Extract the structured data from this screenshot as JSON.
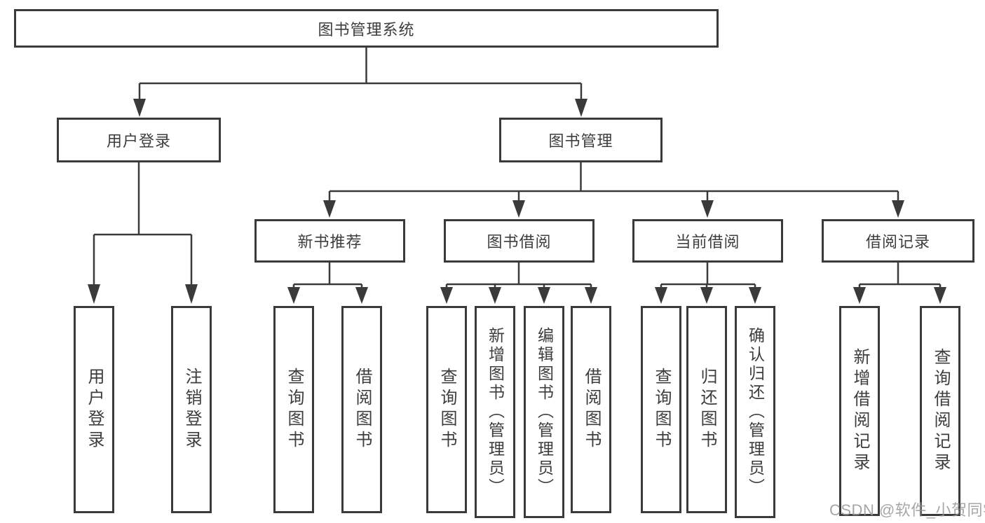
{
  "tree": {
    "label": "图书管理系统",
    "children": [
      {
        "label": "用户登录",
        "children": [
          {
            "label": "用户登录"
          },
          {
            "label": "注销登录"
          }
        ]
      },
      {
        "label": "图书管理",
        "children": [
          {
            "label": "新书推荐",
            "children": [
              {
                "label": "查询图书"
              },
              {
                "label": "借阅图书"
              }
            ]
          },
          {
            "label": "图书借阅",
            "children": [
              {
                "label": "查询图书"
              },
              {
                "label": "新增图书（管理员）"
              },
              {
                "label": "编辑图书（管理员）"
              },
              {
                "label": "借阅图书"
              }
            ]
          },
          {
            "label": "当前借阅",
            "children": [
              {
                "label": "查询图书"
              },
              {
                "label": "归还图书"
              },
              {
                "label": "确认归还（管理员）"
              }
            ]
          },
          {
            "label": "借阅记录",
            "children": [
              {
                "label": "新增借阅记录"
              },
              {
                "label": "查询借阅记录"
              }
            ]
          }
        ]
      }
    ]
  },
  "watermark": {
    "text": "CSDN @软件_小贺同学"
  },
  "colors": {
    "line": "#3a3a3a",
    "box_border": "#3a3a3a",
    "text": "#3d3d3d",
    "background": "#ffffff",
    "watermark": "#969696"
  }
}
